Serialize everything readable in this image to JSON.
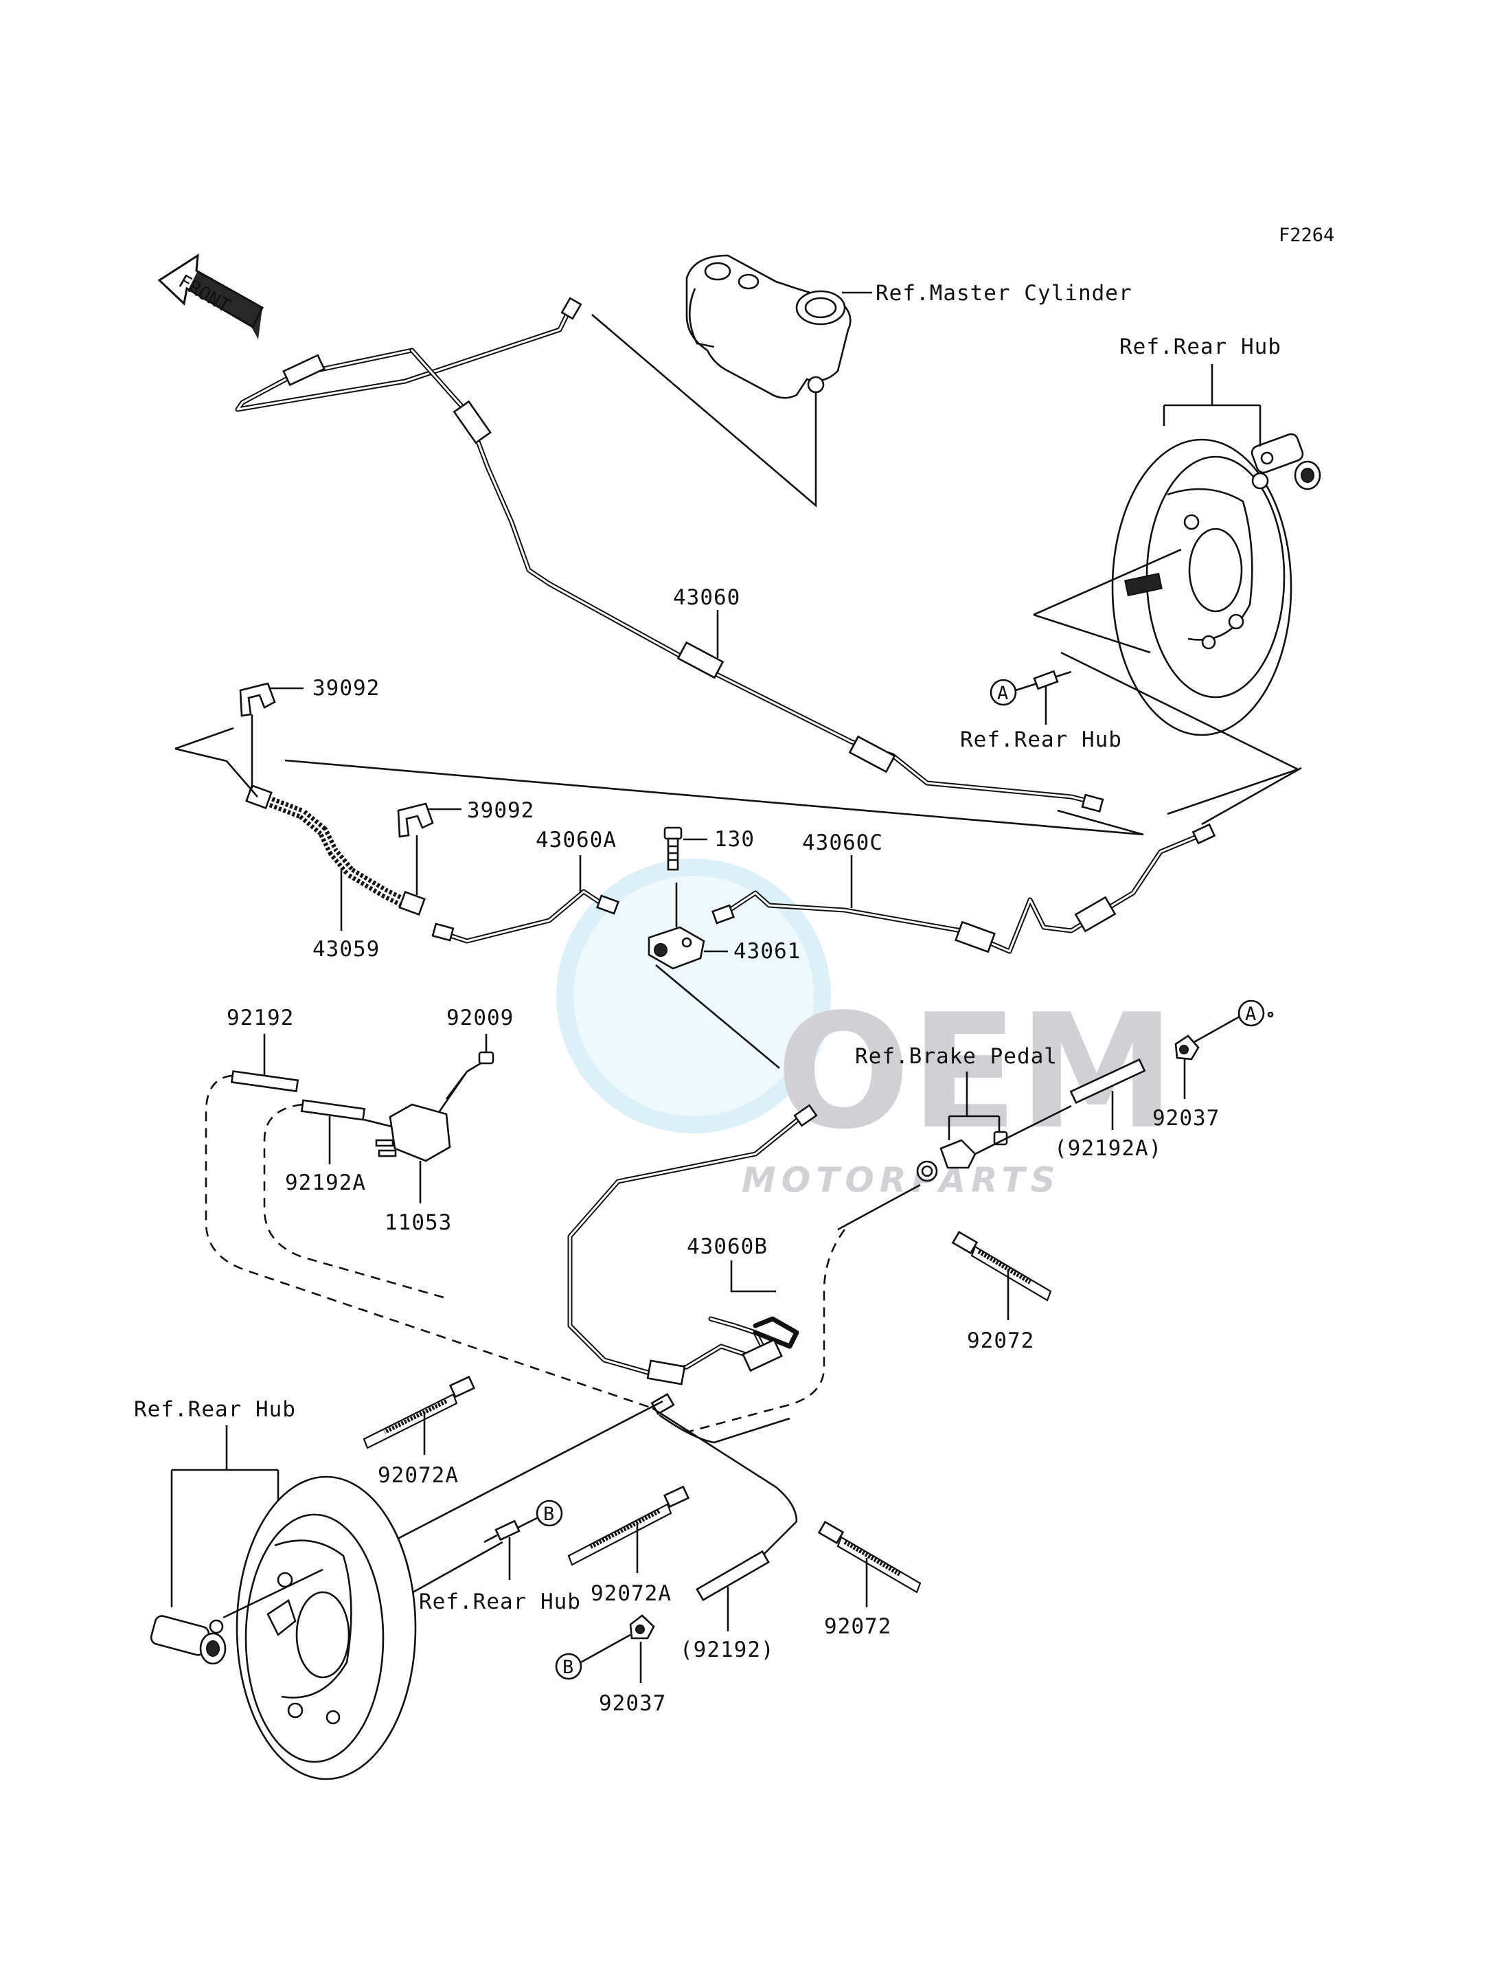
{
  "figure_code": "F2264",
  "front_label": "FRONT",
  "watermark": {
    "brand": "OEM",
    "sub": "MOTORPARTS"
  },
  "callouts": {
    "ref_master_cylinder": "Ref.Master Cylinder",
    "ref_rear_hub_top": "Ref.Rear Hub",
    "ref_rear_hub_mid": "Ref.Rear Hub",
    "ref_rear_hub_bottom_left": "Ref.Rear Hub",
    "ref_rear_hub_bottom_mid": "Ref.Rear Hub",
    "ref_brake_pedal": "Ref.Brake Pedal"
  },
  "parts": {
    "p43060": "43060",
    "p39092_a": "39092",
    "p39092_b": "39092",
    "p43060A": "43060A",
    "p130": "130",
    "p43060C": "43060C",
    "p43061": "43061",
    "p43059": "43059",
    "p92192": "92192",
    "p92009": "92009",
    "p92192A": "92192A",
    "p11053": "11053",
    "p92192A_paren": "(92192A)",
    "p92037_top": "92037",
    "p43060B": "43060B",
    "p92072_right": "92072",
    "p92072A_left": "92072A",
    "p92072A_mid": "92072A",
    "p92072_bottom": "92072",
    "p92192_paren": "(92192)",
    "p92037_bottom": "92037"
  },
  "markers": {
    "a_top": "A",
    "a_right": "A",
    "b_mid": "B",
    "b_bottom": "B"
  }
}
